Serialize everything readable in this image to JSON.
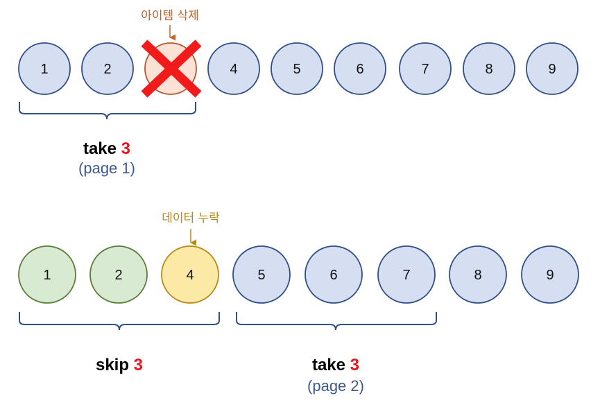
{
  "colors": {
    "normal_fill": "#d6dff1",
    "normal_stroke": "#2f4f86",
    "deleted_fill": "#fbe2d5",
    "deleted_stroke": "#b5572e",
    "cross": "#f21b1b",
    "skipped_fill": "#d9ead3",
    "skipped_stroke": "#5c7d3a",
    "missing_fill": "#fde9a6",
    "missing_stroke": "#b58a16",
    "brace": "#2f4f86",
    "accent_number": "#e8151b",
    "delete_note": "#c0632a",
    "missing_note": "#b58a16",
    "page_label": "#3e5a8a"
  },
  "top_row": {
    "items": [
      "1",
      "2",
      "",
      "4",
      "5",
      "6",
      "7",
      "8",
      "9"
    ],
    "deleted_index": 2,
    "delete_note": "아이템 삭제",
    "group": {
      "word": "take",
      "count": "3",
      "page": "(page 1)"
    }
  },
  "bottom_row": {
    "items": [
      "1",
      "2",
      "4",
      "5",
      "6",
      "7",
      "8",
      "9"
    ],
    "missing_note": "데이터 누락",
    "skip_group": {
      "word": "skip",
      "count": "3"
    },
    "take_group": {
      "word": "take",
      "count": "3",
      "page": "(page 2)"
    }
  }
}
